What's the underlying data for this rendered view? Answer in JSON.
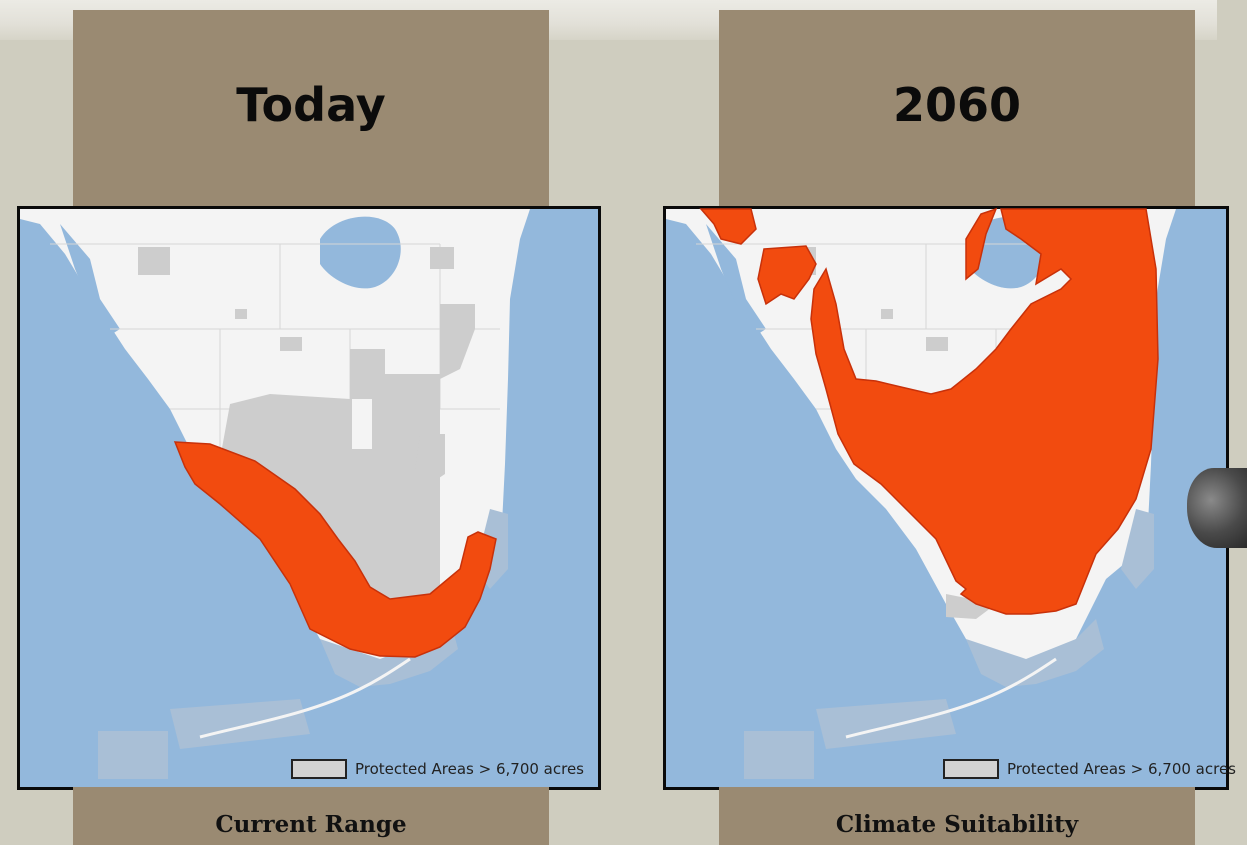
{
  "panels": [
    {
      "title": "Today",
      "caption": "Current Range",
      "legend": {
        "label": "Protected Areas > 6,700 acres"
      }
    },
    {
      "title": "2060",
      "caption": "Climate Suitability",
      "legend": {
        "label": "Protected Areas > 6,700 acres"
      }
    }
  ],
  "colors": {
    "water": "#93b8dc",
    "land": "#f4f4f4",
    "protected": "#cdcdcd",
    "range": "#f24b0f",
    "panel": "#9a8a72",
    "background": "#cfcdbf"
  }
}
